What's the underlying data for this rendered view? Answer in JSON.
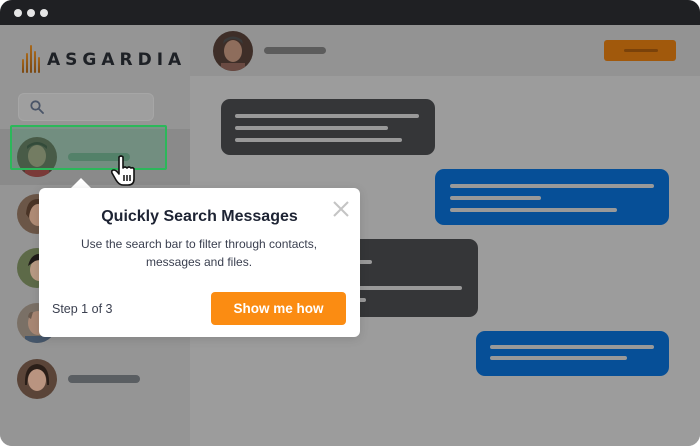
{
  "window": {
    "titlebar_dots": 3
  },
  "app": {
    "logo_text": "ASGARDIA",
    "brand_color": "#a8681a"
  },
  "sidebar": {
    "search": {
      "icon": "search-icon",
      "placeholder": ""
    },
    "contacts": [
      {
        "name": "",
        "avatar": "man-dark-hair",
        "active": true,
        "name_bar_width": 62
      },
      {
        "name": "",
        "avatar": "woman-brown-hair",
        "active": false,
        "name_bar_width": 62
      },
      {
        "name": "",
        "avatar": "woman-dark-hair-outdoor",
        "active": false,
        "name_bar_width": 62
      },
      {
        "name": "",
        "avatar": "bald-man-smiling",
        "active": false,
        "name_bar_width": 62
      },
      {
        "name": "",
        "avatar": "asian-woman-smiling",
        "active": false,
        "name_bar_width": 72
      }
    ]
  },
  "chat": {
    "header": {
      "avatar": "man-portrait",
      "name": "",
      "action_button_color": "#a1590c"
    },
    "messages": [
      {
        "side": "incoming",
        "color": "#353638",
        "lines": 3
      },
      {
        "side": "outgoing",
        "color": "#064f97",
        "lines": 3
      },
      {
        "side": "incoming",
        "color": "#353638",
        "lines": 4
      },
      {
        "side": "outgoing",
        "color": "#064f97",
        "lines": 2
      }
    ]
  },
  "tour_popover": {
    "title": "Quickly Search Messages",
    "description": "Use the search bar to filter through contacts, messages and files.",
    "step_text": "Step 1 of 3",
    "primary_button": "Show me how",
    "close_icon": "close-icon",
    "accent_color": "#fb8c12",
    "highlight_color": "#2bb85a"
  }
}
